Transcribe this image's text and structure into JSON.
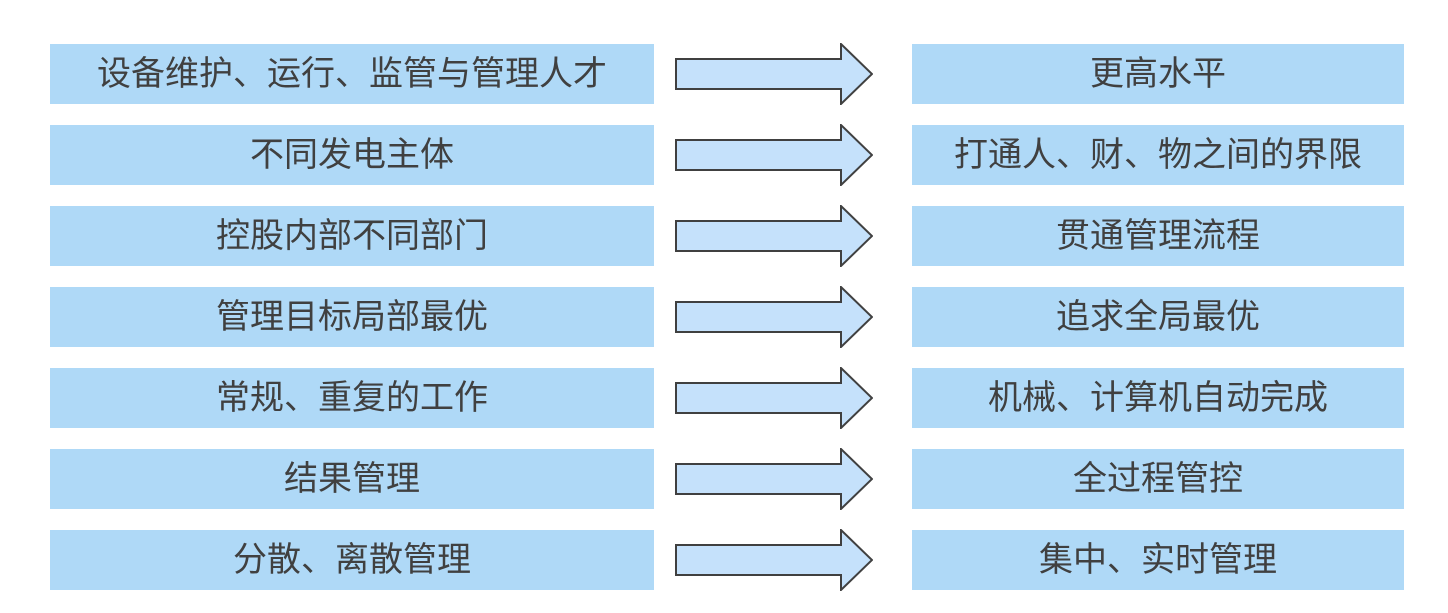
{
  "diagram": {
    "title": "management-transformation-mapping",
    "colors": {
      "background": "#FFFFFF",
      "box_fill": "#AFD9F7",
      "arrow_fill": "#C5E1FB",
      "arrow_stroke": "#404040",
      "text": "#404040"
    },
    "arrow_icon": "right-block-arrow",
    "rows": [
      {
        "left": "设备维护、运行、监管与管理人才",
        "right": "更高水平"
      },
      {
        "left": "不同发电主体",
        "right": "打通人、财、物之间的界限"
      },
      {
        "left": "控股内部不同部门",
        "right": "贯通管理流程"
      },
      {
        "left": "管理目标局部最优",
        "right": "追求全局最优"
      },
      {
        "left": "常规、重复的工作",
        "right": "机械、计算机自动完成"
      },
      {
        "left": "结果管理",
        "right": "全过程管控"
      },
      {
        "left": "分散、离散管理",
        "right": "集中、实时管理"
      }
    ]
  }
}
